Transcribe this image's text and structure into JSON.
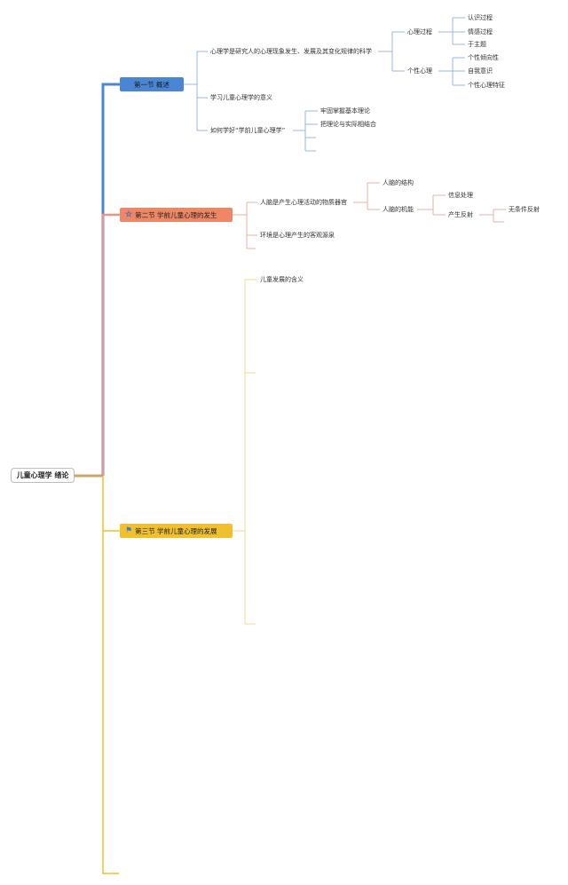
{
  "root": {
    "label": "儿童心理学 绪论"
  },
  "sections": [
    {
      "label": "第一节 概述",
      "color": "#4a86d4",
      "icon": "",
      "items": [
        {
          "label": "心理学是研究人的心理现象发生、发展及其变化规律的科学",
          "children": [
            {
              "label": "心理过程",
              "children": [
                "认识过程",
                "情感过程",
                "于主题"
              ]
            },
            {
              "label": "个性心理",
              "children": [
                "个性倾向性",
                "自我意识",
                "个性心理特征"
              ]
            }
          ]
        },
        {
          "label": "学习儿童心理学的意义"
        },
        {
          "label": "如何学好“学前儿童心理学”",
          "children": [
            "牢固掌握基本理论",
            "把理论与实际相结合"
          ]
        }
      ]
    },
    {
      "label": "第二节 学前儿童心理的发生",
      "color": "#ee8766",
      "icon": "star-icon",
      "items": [
        {
          "label": "人脑是产生心理活动的物质器官",
          "children": [
            {
              "label": "人脑的结构"
            },
            {
              "label": "人脑的机能",
              "children": [
                {
                  "label": "信息处理"
                },
                {
                  "label": "产生反射",
                  "children": [
                    "无条件反射"
                  ]
                }
              ]
            }
          ]
        },
        {
          "label": "环境是心理产生的客观源泉"
        }
      ]
    },
    {
      "label": "第三节 学前儿童心理的发展",
      "color": "#f0c02e",
      "icon": "flag-icon",
      "items": [
        {
          "label": "儿童发展的含义"
        }
      ]
    }
  ]
}
